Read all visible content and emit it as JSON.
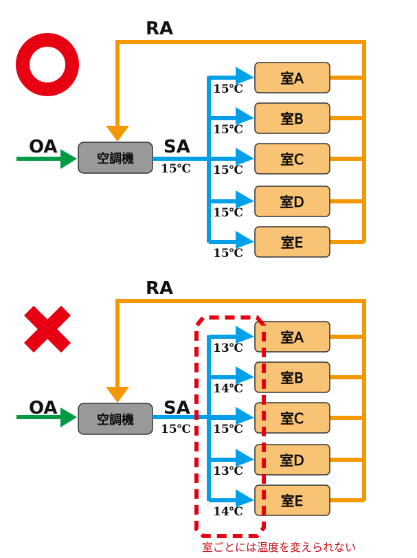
{
  "colors": {
    "ra_duct": "#f39800",
    "sa_duct": "#00a0e9",
    "oa_duct": "#009944",
    "room_fill": "#f8c374",
    "unit_fill": "#999999",
    "mark_red": "#e60012"
  },
  "diagrams": [
    {
      "verdict": "good",
      "verdict_icon": "circle-mark-icon",
      "labels": {
        "ra": "RA",
        "oa": "OA",
        "sa": "SA",
        "sa_temp": "15℃"
      },
      "unit_label": "空調機",
      "rooms": [
        {
          "name": "室A",
          "temp": "15℃"
        },
        {
          "name": "室B",
          "temp": "15℃"
        },
        {
          "name": "室C",
          "temp": "15℃"
        },
        {
          "name": "室D",
          "temp": "15℃"
        },
        {
          "name": "室E",
          "temp": "15℃"
        }
      ]
    },
    {
      "verdict": "bad",
      "verdict_icon": "cross-mark-icon",
      "labels": {
        "ra": "RA",
        "oa": "OA",
        "sa": "SA",
        "sa_temp": "15℃"
      },
      "unit_label": "空調機",
      "rooms": [
        {
          "name": "室A",
          "temp": "13℃"
        },
        {
          "name": "室B",
          "temp": "14℃"
        },
        {
          "name": "室C",
          "temp": "15℃"
        },
        {
          "name": "室D",
          "temp": "13℃"
        },
        {
          "name": "室E",
          "temp": "14℃"
        }
      ],
      "caption": "室ごとには温度を変えられない"
    }
  ]
}
